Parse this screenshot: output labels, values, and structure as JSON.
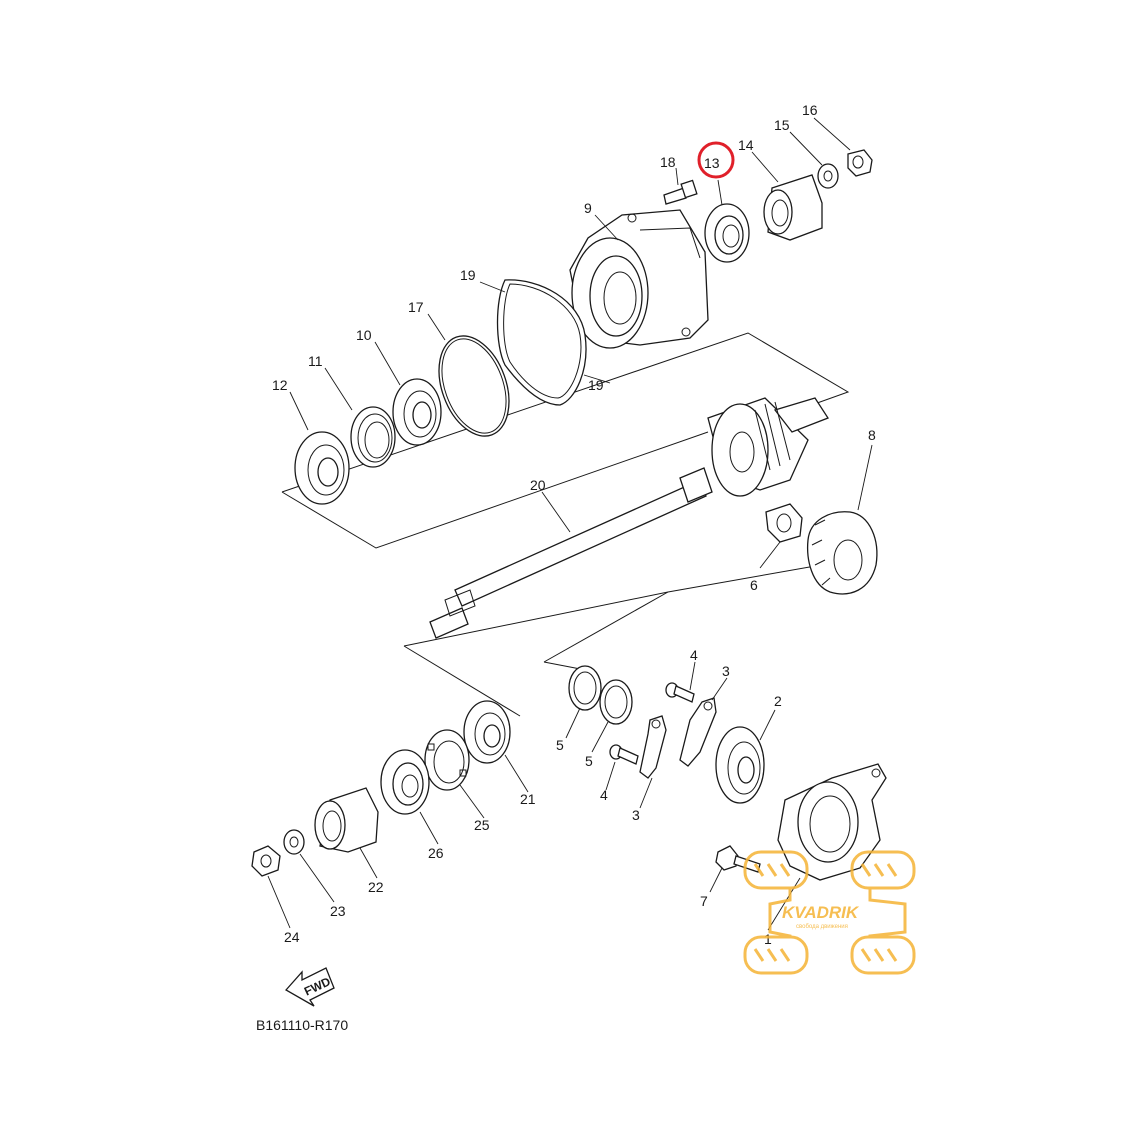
{
  "diagram": {
    "part_labels": {
      "p1": "1",
      "p2": "2",
      "p3a": "3",
      "p3b": "3",
      "p4a": "4",
      "p4b": "4",
      "p5a": "5",
      "p5b": "5",
      "p6": "6",
      "p7": "7",
      "p8": "8",
      "p9": "9",
      "p10": "10",
      "p11": "11",
      "p12": "12",
      "p13": "13",
      "p14": "14",
      "p15": "15",
      "p16": "16",
      "p17": "17",
      "p18": "18",
      "p19a": "19",
      "p19b": "19",
      "p20": "20",
      "p21": "21",
      "p22": "22",
      "p23": "23",
      "p24": "24",
      "p25": "25",
      "p26": "26"
    },
    "highlighted_part": "13",
    "highlight_color": "#e0202a",
    "fwd_label": "FWD",
    "diagram_code": "B161110-R170"
  },
  "watermark": {
    "brand": "KVADRIK",
    "slogan": "свобода движения",
    "color": "#f5b335"
  }
}
